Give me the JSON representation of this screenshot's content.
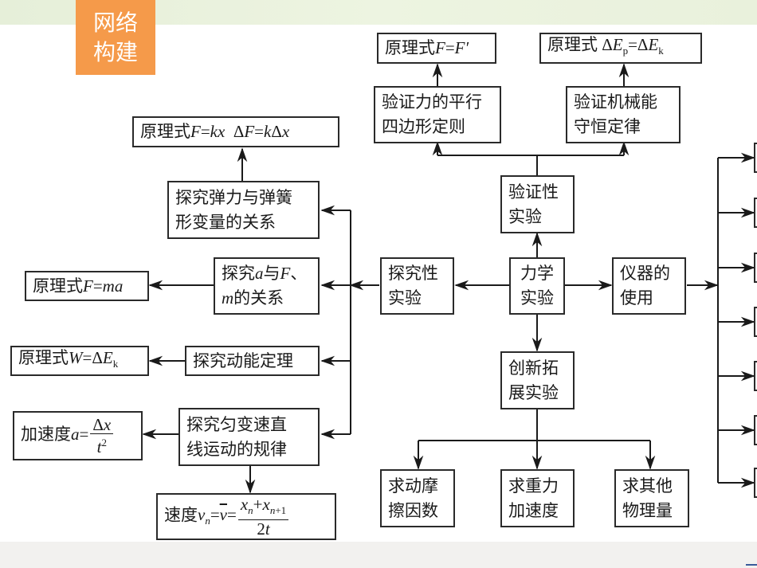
{
  "header": {
    "badge_line1": "网络",
    "badge_line2": "构建",
    "badge_color": "#f59a4a"
  },
  "diagram": {
    "root": {
      "line1": "力学",
      "line2": "实验"
    },
    "verification": {
      "label": {
        "line1": "验证性",
        "line2": "实验"
      },
      "parallelogram": {
        "line1": "验证力的平行",
        "line2": "四边形定则"
      },
      "parallelogram_principle": {
        "prefix": "原理式",
        "formula": "F=F′"
      },
      "energy": {
        "line1": "验证机械能",
        "line2": "守恒定律"
      },
      "energy_principle": {
        "prefix": "原理式",
        "formula": "ΔEp=ΔEk"
      }
    },
    "exploratory": {
      "label": {
        "line1": "探究性",
        "line2": "实验"
      },
      "spring": {
        "line1": "探究弹力与弹簧",
        "line2": "形变量的关系"
      },
      "spring_principle": {
        "prefix": "原理式",
        "formula": "F=kx  ΔF=kΔx"
      },
      "newton": {
        "line1": "探究a与F、",
        "line2": "m的关系"
      },
      "newton_principle": {
        "prefix": "原理式",
        "formula": "F=ma"
      },
      "work_energy": {
        "line1": "探究动能定理"
      },
      "work_energy_principle": {
        "prefix": "原理式",
        "formula": "W=ΔEk"
      },
      "uniform_accel": {
        "line1": "探究匀变速直",
        "line2": "线运动的规律"
      },
      "acceleration_formula": {
        "prefix": "加速度",
        "formula": "a=Δx/t²"
      },
      "velocity_formula": {
        "prefix": "速度",
        "formula": "vn=v̄=(xn+xn+1)/2t"
      }
    },
    "instruments": {
      "label": {
        "line1": "仪器的",
        "line2": "使用"
      },
      "branch_count": 7
    },
    "innovative": {
      "label": {
        "line1": "创新拓",
        "line2": "展实验"
      },
      "friction": {
        "line1": "求动摩",
        "line2": "擦因数"
      },
      "gravity": {
        "line1": "求重力",
        "line2": "加速度"
      },
      "other": {
        "line1": "求其他",
        "line2": "物理量"
      }
    }
  }
}
